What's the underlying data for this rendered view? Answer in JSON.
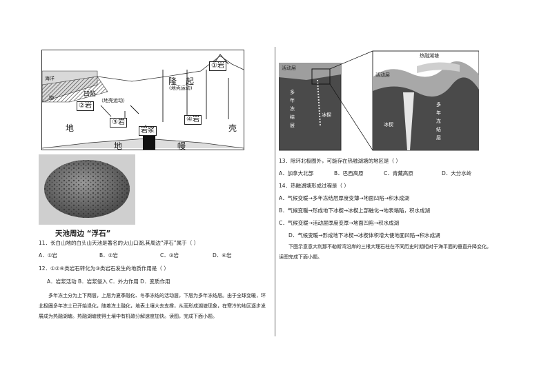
{
  "left": {
    "diagram": {
      "labels": {
        "sea": "海洋",
        "matter": "物",
        "rock1": "①岩",
        "rock2": "②岩",
        "rock3": "③岩",
        "rock4": "④岩",
        "sink": "凹陷",
        "sink_note": "（地壳运动）",
        "uplift_a": "隆",
        "uplift_b": "起",
        "uplift_note": "(地壳运动)",
        "di": "地",
        "qiao": "壳",
        "magma": "岩浆",
        "mantle_a": "地",
        "mantle_b": "幔"
      }
    },
    "photo_caption": "天池周边 “浮石”",
    "q11": "11．长白山地的白头山天池是著名的火山口湖,其周边“浮石”属于（    ）",
    "q11_options": [
      "A．①岩",
      "B．②岩",
      "C．③岩",
      "D．④岩"
    ],
    "q12": "12．①②④类岩石转化为③类岩石发生的地质作用是（    ）",
    "q12_options": "A．岩浆活动 B．岩浆侵入 C．外力作用 D．变质作用",
    "para": "多年冻土分为上下两层，上层为夏季融化、冬季冻结的活动层，下层为多年冻结层。由于全球变暖，环北极圈多年冻土已开始退化，随着冻土融化，地表土壤大去支撑，从而形成湖塘现象，在寒冷的地区逐步发展成为热融湖塘。热融湖塘使得土壤中有机碳分解速度加快。读图，完成下面小题。"
  },
  "right": {
    "diagram": {
      "active_left": "活动层",
      "perma_left": [
        "多",
        "年",
        "冻",
        "结",
        "层"
      ],
      "wedge_left": "冰楔",
      "thermo": "热融湖塘",
      "active_right": "活动层",
      "perma_right": [
        "多",
        "年",
        "冻",
        "结",
        "层"
      ],
      "wedge_right": "冰楔"
    },
    "q13": "13．除环北极圈外，可能存在热融湖塘的地区是（    ）",
    "q13_options": [
      "A．加拿大北部",
      "B．巴西高原",
      "C．青藏高原",
      "D．大分水岭"
    ],
    "q14": "14．热融湖塘形成过程是（    ）",
    "q14_options": [
      "A．气候变暖→多年冻结层厚度变薄→地面凹陷→积水成湖",
      "B．气候变暖→形成地下冰楔→冰楔上部融化→地表塌陷，积水成湖",
      "C．气候变暖→活动层厚度变厚→地面凹陷→积水成湖",
      "D．气候变暖→形成地下冰楔→冰楔体积增大使地面凹陷→积水成湖"
    ],
    "para": "下图示意意大利那不勒斯湾沿岸的三根大理石柱在不同历史时期相对于海平面的垂直升降变化。读图完成下面小题。"
  }
}
